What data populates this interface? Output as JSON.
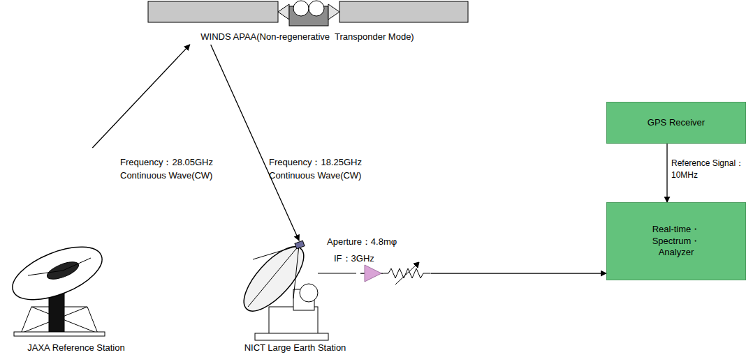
{
  "diagram": {
    "nodes": [
      {
        "text": [
          "WINDS APAA(Non-regenerative  Transponder Mode)"
        ]
      },
      {
        "text": [
          "JAXA Reference Station"
        ]
      },
      {
        "text": [
          "NICT Large Earth Station"
        ]
      },
      {
        "text": [
          "GPS Receiver"
        ]
      },
      {
        "text": [
          "Real-time・ Spectrum・ Analyzer"
        ]
      }
    ],
    "edges": [
      {
        "from": 1,
        "to": 0,
        "arrow": "to",
        "label": "Frequency：28.05GHz Continuous Wave(CW)"
      },
      {
        "from": 0,
        "to": 2,
        "arrow": "to",
        "label": "Frequency：18.25GHz Continuous Wave(CW)"
      },
      {
        "from": 2,
        "to": 4,
        "arrow": "to",
        "label": "IF：3GHz"
      },
      {
        "from": 3,
        "to": 4,
        "arrow": "to",
        "label": "Reference Signal： 10MHz"
      }
    ],
    "labels": [
      "Aperture：4.8mφ"
    ]
  }
}
